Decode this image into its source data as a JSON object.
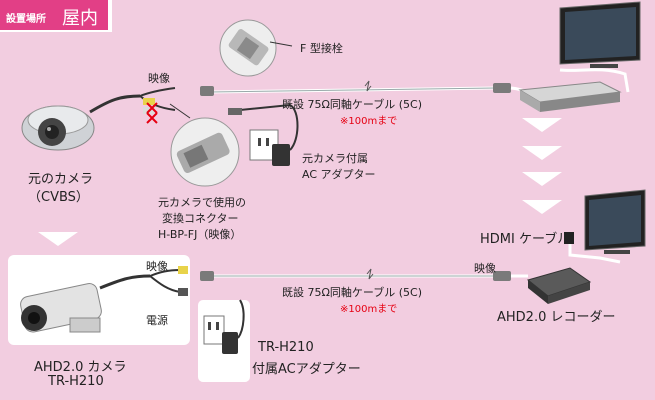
{
  "location": {
    "small": "設置場所",
    "big": "屋内"
  },
  "top_row": {
    "f_connector": "F 型接栓",
    "video_label": "映像",
    "cable": "既設 75Ω同軸ケーブル (5C)",
    "distance": "※100mまで",
    "old_adapter_line1": "元カメラ付属",
    "old_adapter_line2": "AC アダプター",
    "old_camera_line1": "元のカメラ",
    "old_camera_line2": "（CVBS）",
    "converter_line1": "元カメラで使用の",
    "converter_line2": "変換コネクター",
    "converter_line3": "H-BP-FJ（映像）"
  },
  "bottom_row": {
    "hdmi_cable": "HDMI ケーブル",
    "video_label_cam": "映像",
    "power_label": "電源",
    "video_label_line": "映像",
    "cable": "既設 75Ω同軸ケーブル (5C)",
    "distance": "※100mまで",
    "recorder": "AHD2.0 レコーダー",
    "camera_line1": "AHD2.0 カメラ",
    "camera_line2": "TR-H210",
    "adapter_line1": "TR-H210",
    "adapter_line2": "付属ACアダプター"
  },
  "colors": {
    "background": "#f2cde0",
    "accent": "#e23f86",
    "warning": "#e60012",
    "arrow": "#ffffff"
  }
}
